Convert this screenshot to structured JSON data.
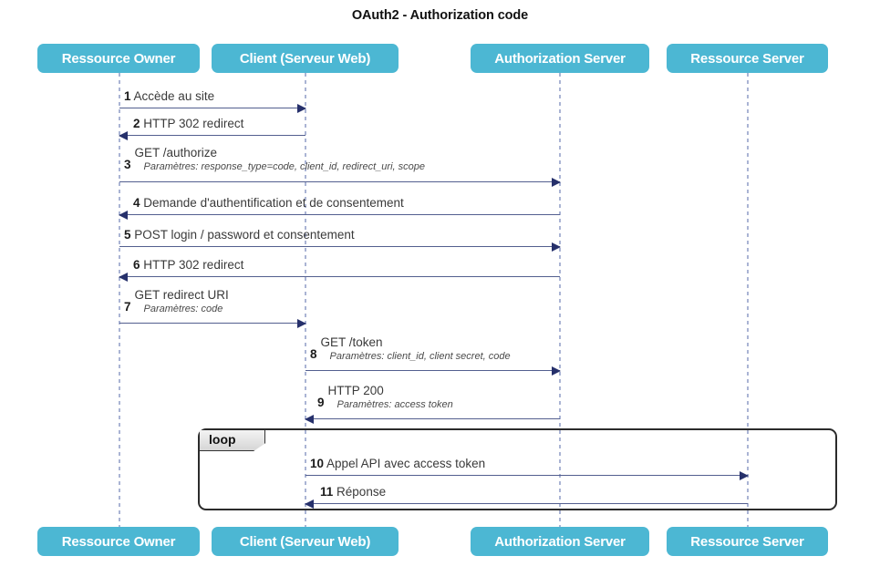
{
  "title": "OAuth2 - Authorization code",
  "colors": {
    "participant_fill": "#4cb7d3",
    "participant_text": "#ffffff",
    "lifeline": "#aab4d4",
    "arrow_line": "#535f8f",
    "arrow_head": "#26306b",
    "frame_border": "#2b2b2b",
    "frame_tab_fill": "#e3e3e3",
    "background": "#ffffff",
    "title_text": "#111111"
  },
  "participants": [
    {
      "id": "ressource-owner",
      "label": "Ressource Owner"
    },
    {
      "id": "client-serveur-web",
      "label": "Client (Serveur Web)"
    },
    {
      "id": "authorization-server",
      "label": "Authorization Server"
    },
    {
      "id": "ressource-server",
      "label": "Ressource Server"
    }
  ],
  "messages": [
    {
      "number": "1",
      "text": "Accède au site",
      "params": "",
      "from": "ressource-owner",
      "to": "client-serveur-web",
      "direction": "right"
    },
    {
      "number": "2",
      "text": "HTTP 302 redirect",
      "params": "",
      "from": "client-serveur-web",
      "to": "ressource-owner",
      "direction": "left"
    },
    {
      "number": "3",
      "text": "GET /authorize",
      "params": "Paramètres: response_type=code, client_id, redirect_uri, scope",
      "from": "ressource-owner",
      "to": "authorization-server",
      "direction": "right"
    },
    {
      "number": "4",
      "text": "Demande d'authentification et de consentement",
      "params": "",
      "from": "authorization-server",
      "to": "ressource-owner",
      "direction": "left"
    },
    {
      "number": "5",
      "text": "POST login / password et consentement",
      "params": "",
      "from": "ressource-owner",
      "to": "authorization-server",
      "direction": "right"
    },
    {
      "number": "6",
      "text": "HTTP 302 redirect",
      "params": "",
      "from": "authorization-server",
      "to": "ressource-owner",
      "direction": "left"
    },
    {
      "number": "7",
      "text": "GET redirect URI",
      "params": "Paramètres: code",
      "from": "ressource-owner",
      "to": "client-serveur-web",
      "direction": "right"
    },
    {
      "number": "8",
      "text": "GET /token",
      "params": "Paramètres: client_id, client secret, code",
      "from": "client-serveur-web",
      "to": "authorization-server",
      "direction": "right"
    },
    {
      "number": "9",
      "text": "HTTP 200",
      "params": "Paramètres: access token",
      "from": "authorization-server",
      "to": "client-serveur-web",
      "direction": "left"
    },
    {
      "number": "10",
      "text": "Appel API avec access token",
      "params": "",
      "from": "client-serveur-web",
      "to": "ressource-server",
      "direction": "right"
    },
    {
      "number": "11",
      "text": "Réponse",
      "params": "",
      "from": "ressource-server",
      "to": "client-serveur-web",
      "direction": "left"
    }
  ],
  "fragments": [
    {
      "id": "loop-fragment",
      "operator": "loop",
      "covers": [
        "10",
        "11"
      ]
    }
  ]
}
